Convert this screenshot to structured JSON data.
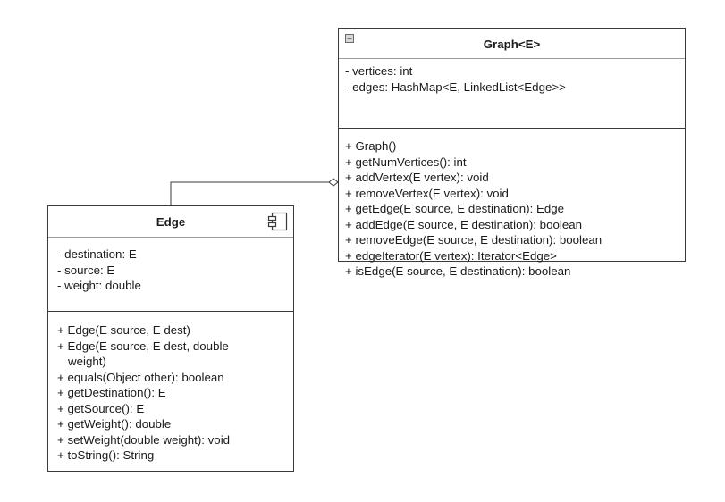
{
  "graph_class": {
    "name": "Graph<E>",
    "attributes": [
      "- vertices: int",
      "- edges: HashMap<E, LinkedList<Edge>>"
    ],
    "methods": [
      "+ Graph()",
      "+ getNumVertices(): int",
      "+ addVertex(E vertex): void",
      "+ removeVertex(E vertex): void",
      "+ getEdge(E source, E destination): Edge",
      "+ addEdge(E source, E destination): boolean",
      "+ removeEdge(E source, E destination): boolean",
      "+ edgeIterator(E vertex): Iterator<Edge>",
      "+ isEdge(E source, E destination): boolean"
    ],
    "header_icon": "collapse-minus-icon"
  },
  "edge_class": {
    "name": "Edge",
    "attributes": [
      "- destination: E",
      "- source: E",
      "- weight: double"
    ],
    "methods": [
      "+ Edge(E source, E dest)",
      "+ Edge(E source, E dest, double",
      "weight)",
      "+ equals(Object other): boolean",
      "+ getDestination(): E",
      "+ getSource(): E",
      "+ getWeight(): double",
      "+ setWeight(double weight): void",
      "+ toString(): String"
    ],
    "header_icon": "component-icon"
  },
  "relationship": {
    "type": "aggregation",
    "from": "Edge",
    "to": "Graph<E>",
    "end_marker": "hollow-diamond"
  }
}
